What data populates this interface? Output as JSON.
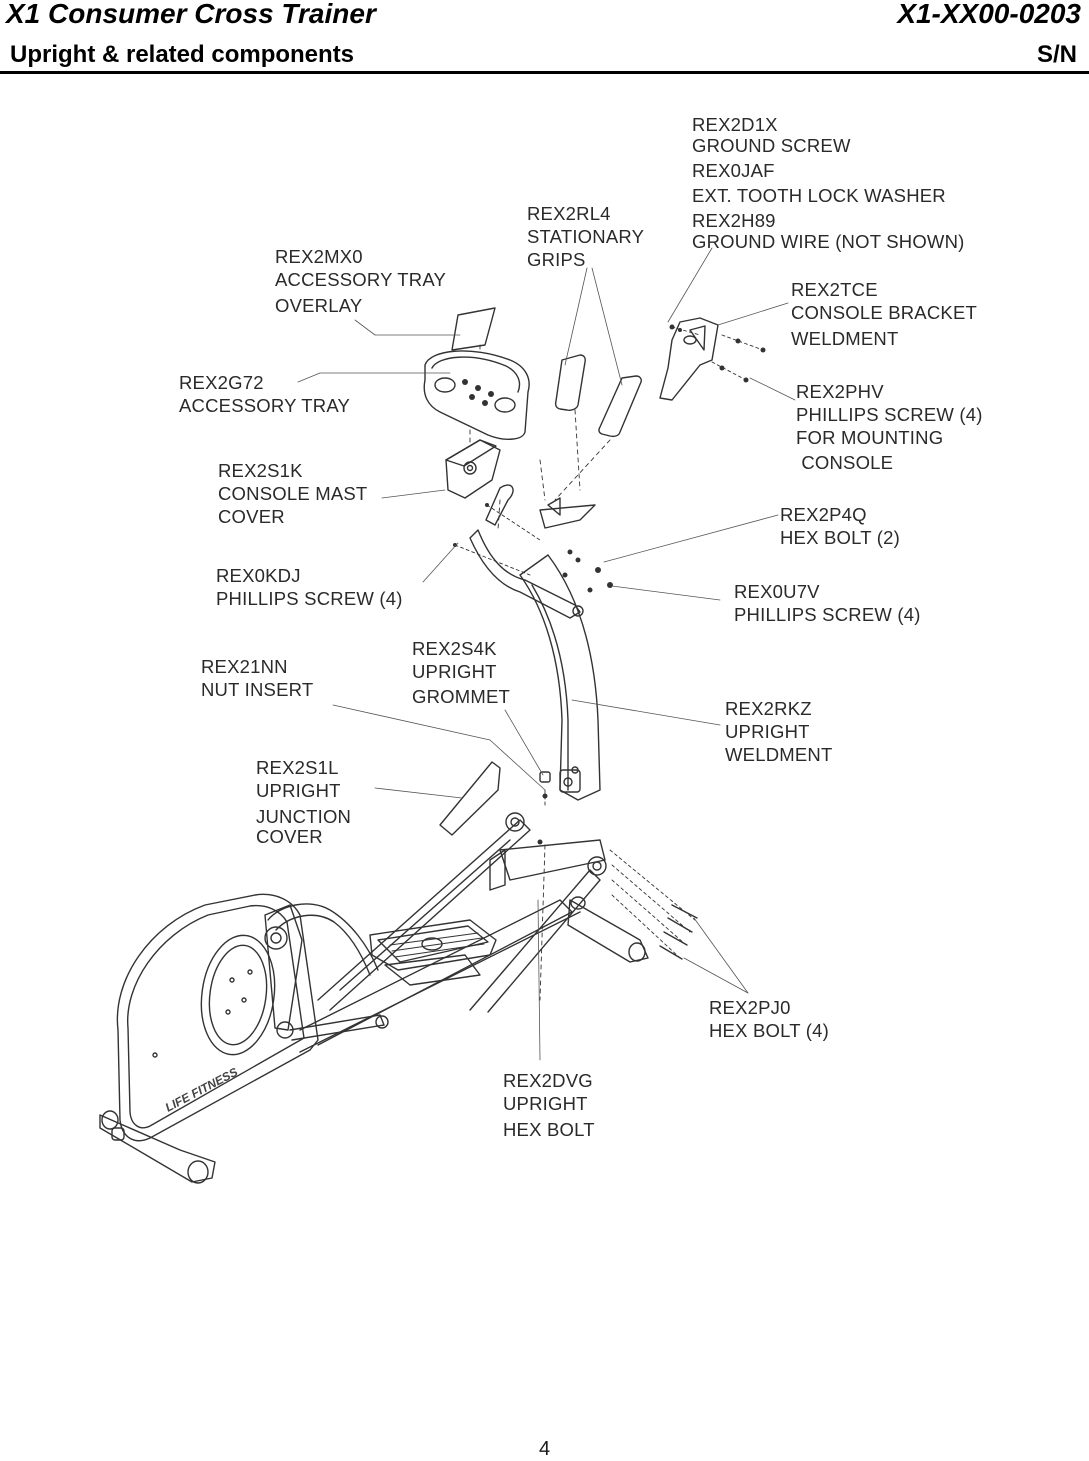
{
  "header": {
    "title": "X1 Consumer Cross Trainer",
    "part_number": "X1-XX00-0203",
    "subtitle": "Upright & related components",
    "serial_label": "S/N"
  },
  "callouts": {
    "ground_screw": [
      "REX2D1X",
      "GROUND SCREW",
      "REX0JAF",
      "EXT. TOOTH LOCK WASHER",
      "REX2H89",
      "GROUND WIRE (NOT SHOWN)"
    ],
    "stationary_grips": [
      "REX2RL4",
      "STATIONARY",
      "GRIPS"
    ],
    "accessory_tray_overlay": [
      "REX2MX0",
      "ACCESSORY TRAY",
      "OVERLAY"
    ],
    "console_bracket": [
      "REX2TCE",
      "CONSOLE BRACKET",
      "WELDMENT"
    ],
    "accessory_tray": [
      "REX2G72",
      "ACCESSORY TRAY"
    ],
    "phillips_console": [
      "REX2PHV",
      "PHILLIPS SCREW (4)",
      "FOR MOUNTING",
      " CONSOLE"
    ],
    "console_mast_cover": [
      "REX2S1K",
      "CONSOLE MAST",
      "COVER"
    ],
    "hex_bolt_2": [
      "REX2P4Q",
      "HEX BOLT (2)"
    ],
    "phillips_kdj": [
      "REX0KDJ",
      "PHILLIPS SCREW (4)"
    ],
    "phillips_u7v": [
      "REX0U7V",
      "PHILLIPS SCREW (4)"
    ],
    "nut_insert": [
      "REX21NN",
      "NUT INSERT"
    ],
    "upright_grommet": [
      "REX2S4K",
      "UPRIGHT",
      "GROMMET"
    ],
    "upright_weldment": [
      "REX2RKZ",
      "UPRIGHT",
      "WELDMENT"
    ],
    "junction_cover": [
      "REX2S1L",
      "UPRIGHT",
      "JUNCTION",
      "COVER"
    ],
    "hex_bolt_4": [
      "REX2PJ0",
      "HEX BOLT (4)"
    ],
    "upright_hex_bolt": [
      "REX2DVG",
      "UPRIGHT",
      "HEX BOLT"
    ]
  },
  "logo_text": "LIFE FITNESS",
  "page_number": "4"
}
